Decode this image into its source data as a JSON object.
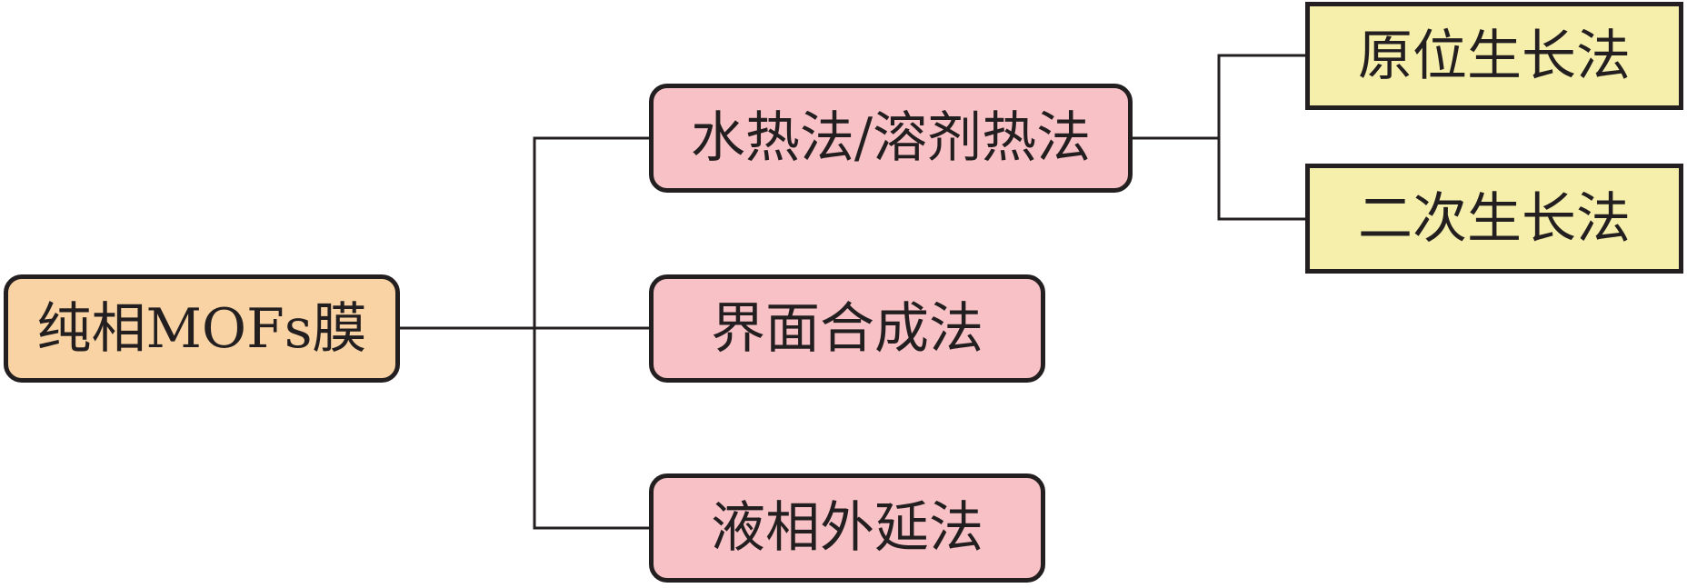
{
  "tree": {
    "label": "纯相MOFs膜",
    "children": [
      {
        "label": "水热法/溶剂热法",
        "children": [
          {
            "label": "原位生长法"
          },
          {
            "label": "二次生长法"
          }
        ]
      },
      {
        "label": "界面合成法"
      },
      {
        "label": "液相外延法"
      }
    ]
  },
  "colors": {
    "root_fill": "#F9D3A3",
    "method_fill": "#F8C1C5",
    "submethod_fill": "#F6EFAB",
    "border": "#231F20",
    "line": "#231F20",
    "text": "#231F20"
  }
}
